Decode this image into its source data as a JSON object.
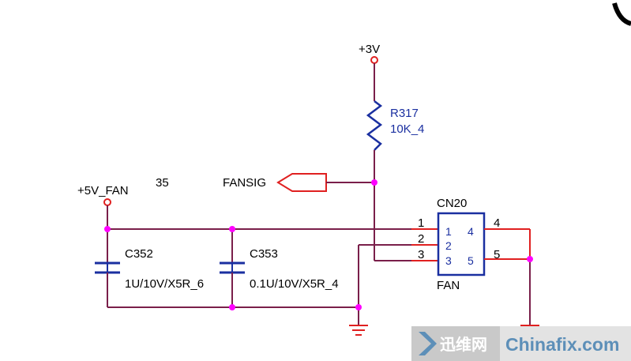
{
  "colors": {
    "wire_dark": "#7a1f4a",
    "wire_red": "#e02020",
    "component": "#1a2fa0",
    "junction": "#ff00ff",
    "text": "#000000",
    "watermark_bg": "#c9c9c9",
    "watermark_blue": "#5d8fb8"
  },
  "power": {
    "v3": "+3V",
    "v5fan": "+5V_FAN"
  },
  "sheet_number": "35",
  "resistor": {
    "ref": "R317",
    "value": "10K_4"
  },
  "signal": {
    "name": "FANSIG"
  },
  "capacitors": [
    {
      "ref": "C352",
      "value": "1U/10V/X5R_6"
    },
    {
      "ref": "C353",
      "value": "0.1U/10V/X5R_4"
    }
  ],
  "connector": {
    "ref": "CN20",
    "name": "FAN",
    "inner_pins": [
      "1",
      "2",
      "3",
      "4",
      "5"
    ],
    "outer_pins": [
      "1",
      "2",
      "3",
      "4",
      "5"
    ]
  },
  "watermark": {
    "cn": "迅维网",
    "en": "Chinafix.com"
  }
}
